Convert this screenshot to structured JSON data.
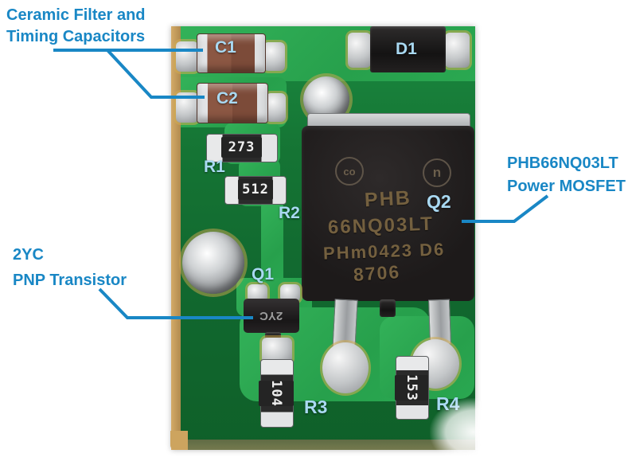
{
  "annotations": {
    "capacitors": {
      "line1": "Ceramic Filter and",
      "line2": "Timing Capacitors"
    },
    "mosfet": {
      "line1": "PHB66NQ03LT",
      "line2": "Power MOSFET"
    },
    "transistor": {
      "line1": "2YC",
      "line2": "PNP Transistor"
    }
  },
  "board_labels": {
    "c1": "C1",
    "c2": "C2",
    "d1": "D1",
    "r1": "R1",
    "r2": "R2",
    "r3": "R3",
    "r4": "R4",
    "q1": "Q1",
    "q2": "Q2"
  },
  "component_markings": {
    "r1": "273",
    "r2": "512",
    "r3": "104",
    "r4": "153",
    "q1": "2YC",
    "q2": {
      "logo_left": "co",
      "logo_right": "n",
      "line1": "PHB",
      "line2": "66NQ03LT",
      "line3": "PHm0423 D6",
      "line4": "8706"
    }
  },
  "colors": {
    "annotation_blue": "#1987c5",
    "label_blue": "#a9d9f2",
    "pcb_green_dark": "#11682f",
    "pcb_green_bright": "#2aa851",
    "board_edge_tan": "#c49a5c"
  }
}
